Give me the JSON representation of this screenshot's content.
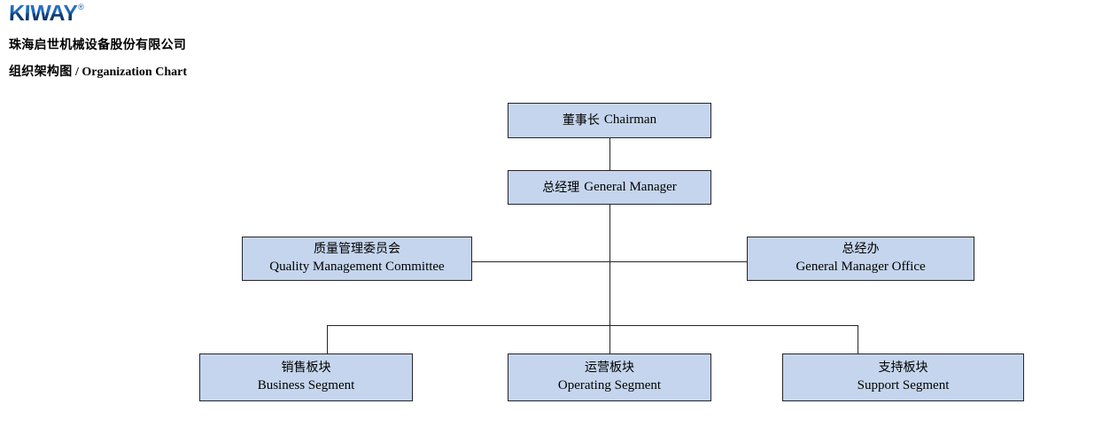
{
  "header": {
    "logo_text": "KIWAY",
    "logo_registered": "®",
    "logo_color": "#1d61b0",
    "company_name": "珠海启世机械设备股份有限公司",
    "title_cn": "组织架构图",
    "title_separator": " / ",
    "title_en": "Organization Chart"
  },
  "theme": {
    "node_fill": "#c5d5ed",
    "node_border": "#24252a",
    "connector": "#24252a",
    "text": "#000000",
    "background": "#ffffff"
  },
  "chart_data": {
    "type": "diagram",
    "title": "组织架构图 / Organization Chart",
    "nodes": [
      {
        "id": "chairman",
        "level": 1,
        "cn": "董事长",
        "en": "Chairman",
        "layout": "inline"
      },
      {
        "id": "gm",
        "level": 2,
        "cn": "总经理",
        "en": "General Manager",
        "layout": "inline"
      },
      {
        "id": "qmc",
        "level": 3,
        "cn": "质量管理委员会",
        "en": "Quality Management Committee",
        "layout": "stacked"
      },
      {
        "id": "gmo",
        "level": 3,
        "cn": "总经办",
        "en": "General Manager Office",
        "layout": "stacked"
      },
      {
        "id": "business",
        "level": 4,
        "cn": "销售板块",
        "en": "Business Segment",
        "layout": "stacked"
      },
      {
        "id": "operating",
        "level": 4,
        "cn": "运营板块",
        "en": "Operating Segment",
        "layout": "stacked"
      },
      {
        "id": "support",
        "level": 4,
        "cn": "支持板块",
        "en": "Support Segment",
        "layout": "stacked"
      }
    ],
    "edges": [
      {
        "from": "chairman",
        "to": "gm"
      },
      {
        "from": "gm",
        "to": "qmc"
      },
      {
        "from": "gm",
        "to": "gmo"
      },
      {
        "from": "gm",
        "to": "business"
      },
      {
        "from": "gm",
        "to": "operating"
      },
      {
        "from": "gm",
        "to": "support"
      }
    ]
  }
}
